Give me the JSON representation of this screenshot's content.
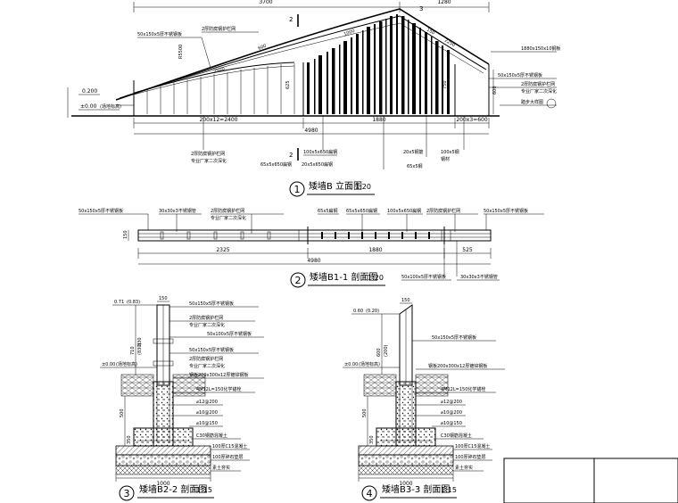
{
  "views": [
    {
      "number": "1",
      "title": "矮墙B 立面图",
      "scale": "1:20"
    },
    {
      "number": "2",
      "title": "矮墙B1-1 剖面图",
      "scale": "1:20"
    },
    {
      "number": "3",
      "title": "矮墙B2-2 剖面图",
      "scale": "1:15"
    },
    {
      "number": "4",
      "title": "矮墙B3-3 剖面图",
      "scale": "1:15"
    }
  ],
  "elevation": {
    "top_dims": [
      "3700",
      "1280"
    ],
    "level_left": "0.200",
    "level_zero": "±0.00",
    "zero_note": "(场地标高)",
    "section_marks": [
      "2",
      "2"
    ],
    "mark_3": "3",
    "bottom_dims": [
      "200x12=2400",
      "1880",
      "200x3=600"
    ],
    "total_dim": "4980",
    "vertical_dims": [
      "625",
      "750",
      "600"
    ],
    "slope_dims": [
      "R5500",
      "600",
      "2500",
      "1000",
      "150",
      "2250"
    ],
    "callouts_left": [
      "50x150x5厚不锈钢板",
      "2厚防腐钢护栏网"
    ],
    "callouts_right": [
      "1880x150x10钢板",
      "50x150x5厚不锈钢板",
      "2厚防腐钢护栏网",
      "专业厂家二次深化",
      "踏步大样图"
    ],
    "callouts_bottom": [
      "2厚防腐钢护栏网",
      "专业厂家二次深化",
      "100x5x650扁钢",
      "65x5x650扁钢",
      "20x5x650扁钢",
      "20x5钢筋",
      "65x5钢",
      "100x5钢",
      "钢材"
    ]
  },
  "section_b1": {
    "labels_top": [
      "50x150x5厚不锈钢板",
      "30x30x3不锈钢管",
      "2厚防腐钢护栏网",
      "专业厂家二次深化",
      "65x5扁钢",
      "65x5x650扁钢",
      "100x5x650扁钢",
      "2厚防腐钢护栏网",
      "50x150x5厚不锈钢板"
    ],
    "dims": [
      "2325",
      "1880",
      "525"
    ],
    "total": "4980",
    "height_dim": "150",
    "labels_bottom": [
      "50x100x5厚不锈钢板",
      "30x30x3不锈钢管"
    ]
  },
  "section_b2": {
    "level_top": "0.71",
    "level_top_alt": "(0.83)",
    "width_top": "150",
    "level_zero": "±0.00",
    "zero_note": "(场地标高)",
    "heights": [
      "710",
      "830",
      "500",
      "350"
    ],
    "height_alt": "(830)",
    "labels": [
      "50x150x5厚不锈钢板",
      "2厚防腐钢护栏网",
      "专业厂家二次深化",
      "50x100x5厚不锈钢板",
      "50x150x5厚不锈钢板",
      "2厚防腐钢护栏网",
      "专业厂家二次深化",
      "钢板200x300x12厚镀锌钢板",
      "4M12L=150化学锚栓",
      "⌀12@200",
      "⌀10@200",
      "⌀10@150",
      "C30钢筋混凝土",
      "100厚C15混凝土",
      "100厚碎石垫层",
      "素土夯实"
    ],
    "base_width": "1000"
  },
  "section_b3": {
    "level_top": "0.60",
    "level_top_alt": "(0.20)",
    "width_top": "150",
    "level_zero": "±0.00",
    "zero_note": "(场地标高)",
    "heights": [
      "600",
      "(200)",
      "500",
      "350"
    ],
    "labels": [
      "50x150x5厚不锈钢板",
      "钢板200x300x12厚镀锌钢板",
      "4M12L=150化学锚栓",
      "⌀12@200",
      "⌀10@200",
      "⌀10@150",
      "C30钢筋混凝土",
      "100厚C15混凝土",
      "100厚碎石垫层",
      "素土夯实"
    ],
    "base_width": "1000"
  }
}
